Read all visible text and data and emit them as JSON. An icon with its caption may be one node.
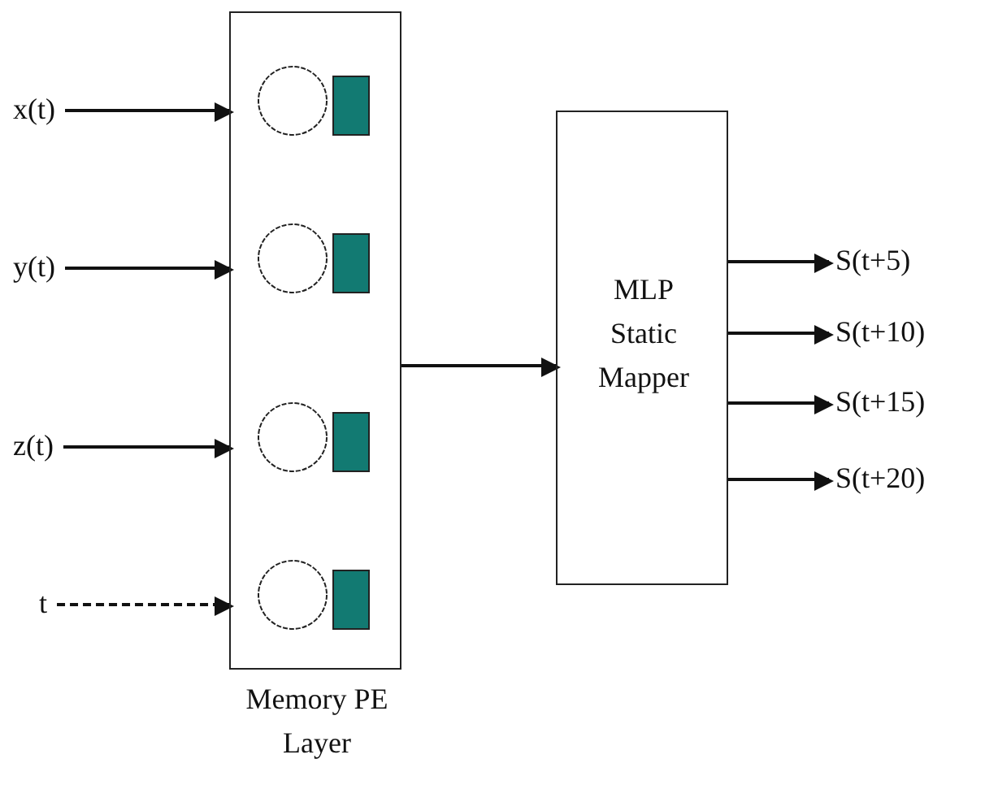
{
  "diagram": {
    "nodes": [
      {
        "text": [
          "Memory PE Layer"
        ]
      },
      {
        "text": [
          "x(t)"
        ]
      },
      {
        "text": [
          "y(t)"
        ]
      },
      {
        "text": [
          "z(t)"
        ]
      },
      {
        "text": [
          "t"
        ]
      },
      {
        "text": [
          "MLP Static Mapper"
        ]
      },
      {
        "text": [
          "S(t+5)"
        ]
      },
      {
        "text": [
          "S(t+10)"
        ]
      },
      {
        "text": [
          "S(t+15)"
        ]
      },
      {
        "text": [
          "S(t+20)"
        ]
      }
    ],
    "edges": [
      {
        "from": 1,
        "to": 0,
        "arrow": "to"
      },
      {
        "from": 2,
        "to": 0,
        "arrow": "to"
      },
      {
        "from": 3,
        "to": 0,
        "arrow": "to"
      },
      {
        "from": 4,
        "to": 0,
        "arrow": "to",
        "style": "dashed"
      },
      {
        "from": 0,
        "to": 5,
        "arrow": "to"
      },
      {
        "from": 5,
        "to": 6,
        "arrow": "to"
      },
      {
        "from": 5,
        "to": 7,
        "arrow": "to"
      },
      {
        "from": 5,
        "to": 8,
        "arrow": "to"
      },
      {
        "from": 5,
        "to": 9,
        "arrow": "to"
      }
    ]
  }
}
